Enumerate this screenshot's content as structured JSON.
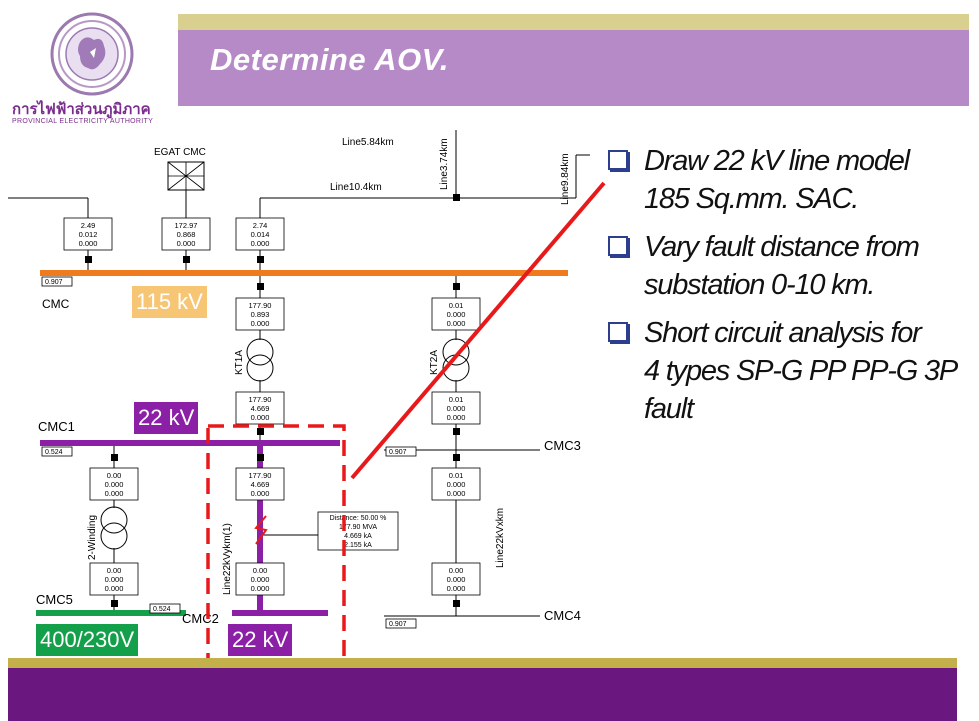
{
  "slide": {
    "title": "Determine AOV.",
    "org": {
      "name_thai": "การไฟฟ้าส่วนภูมิภาค",
      "name_en": "PROVINCIAL ELECTRICITY AUTHORITY"
    }
  },
  "bullets": [
    {
      "lines": [
        "Draw 22 kV line model",
        "185 Sq.mm. SAC."
      ]
    },
    {
      "lines": [
        "Vary fault distance from",
        "substation 0-10 km."
      ]
    },
    {
      "lines": [
        "Short circuit analysis for",
        "4 types  SP-G PP PP-G 3P",
        "fault"
      ]
    }
  ],
  "voltage_labels": {
    "v115": "115 kV",
    "v22_top": "22 kV",
    "v22_bottom": "22 kV",
    "v400": "400/230V"
  },
  "diagram": {
    "line_labels": {
      "line584": "Line5.84km",
      "line104": "Line10.4km",
      "line374": "Line3.74km",
      "line984": "Line9.84km",
      "line22kv_fault": "Line22kVykm(1)",
      "line22kv_right": "Line22kVxkm"
    },
    "bus_labels": {
      "cmc": "CMC",
      "cmc1": "CMC1",
      "cmc3": "CMC3",
      "cmc4": "CMC4",
      "cmc5": "CMC5",
      "cmc2": "CMC2",
      "egat": "EGAT  CMC"
    },
    "bus_values": {
      "cmc": "0.907",
      "cmc1": "0.524",
      "cmc3": "0.907",
      "cmc4": "0.907",
      "cmc5": "0.524"
    },
    "transformers": {
      "kt1a": "KT1A",
      "kt2a": "KT2A",
      "winding": "2-Winding"
    },
    "boxes": {
      "b1": [
        "2.49",
        "0.012",
        "0.000"
      ],
      "b2": [
        "172.97",
        "0.868",
        "0.000"
      ],
      "b3": [
        "2.74",
        "0.014",
        "0.000"
      ],
      "b4": [
        "177.90",
        "0.893",
        "0.000"
      ],
      "b5": [
        "0.01",
        "0.000",
        "0.000"
      ],
      "b6": [
        "177.90",
        "4.669",
        "0.000"
      ],
      "b7": [
        "0.01",
        "0.000",
        "0.000"
      ],
      "b8": [
        "0.00",
        "0.000",
        "0.000"
      ],
      "b9": [
        "177.90",
        "4.669",
        "0.000"
      ],
      "b10": [
        "0.01",
        "0.000",
        "0.000"
      ],
      "b11": [
        "0.00",
        "0.000",
        "0.000"
      ],
      "b12": [
        "0.00",
        "0.000",
        "0.000"
      ],
      "b13": [
        "0.00",
        "0.000",
        "0.000"
      ]
    },
    "fault_info": [
      "Distance: 50.00 %",
      "177.90 MVA",
      "4.669 kA",
      "2.155 kA"
    ]
  },
  "colors": {
    "title_bar": "#b58ac7",
    "bottom_band": "#6a1880",
    "bus_115kv": "#f07a1e",
    "bus_22kv": "#8b1fa6",
    "bus_lv": "#14a04a",
    "label_115kv": "#f6c675",
    "fault_box": "#e8191a"
  }
}
